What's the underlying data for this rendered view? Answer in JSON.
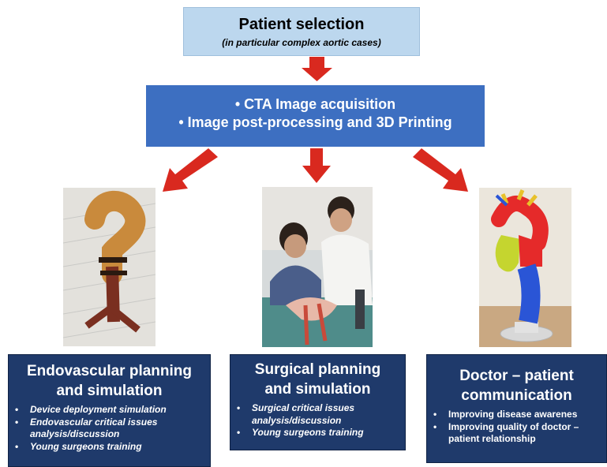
{
  "top": {
    "title": "Patient selection",
    "subtitle": "(in particular complex aortic cases)"
  },
  "middle": {
    "line1": "•   CTA Image acquisition",
    "line2": "•   Image post-processing and 3D Printing"
  },
  "colors": {
    "top_box": "#bcd7ee",
    "middle_box": "#3d6fc1",
    "bottom_boxes": "#1f3a6b",
    "arrows": "#d9291f"
  },
  "branches": [
    {
      "photo": "3D printed aortic model with endovascular device",
      "title_line1": "Endovascular planning",
      "title_line2": "and simulation",
      "bullets": [
        "Device deployment simulation",
        "Endovascular critical issues analysis/discussion",
        "Young surgeons training"
      ]
    },
    {
      "photo": "Surgeons examining a 3D printed model",
      "title_line1": "Surgical planning",
      "title_line2": "and simulation",
      "bullets": [
        "Surgical critical issues analysis/discussion",
        "Young surgeons training"
      ]
    },
    {
      "photo": "Colored 3D printed aorta model on stand",
      "title_line1": "Doctor – patient",
      "title_line2": "communication",
      "bullets": [
        "Improving disease awarenes",
        "Improving quality of doctor – patient relationship"
      ]
    }
  ]
}
